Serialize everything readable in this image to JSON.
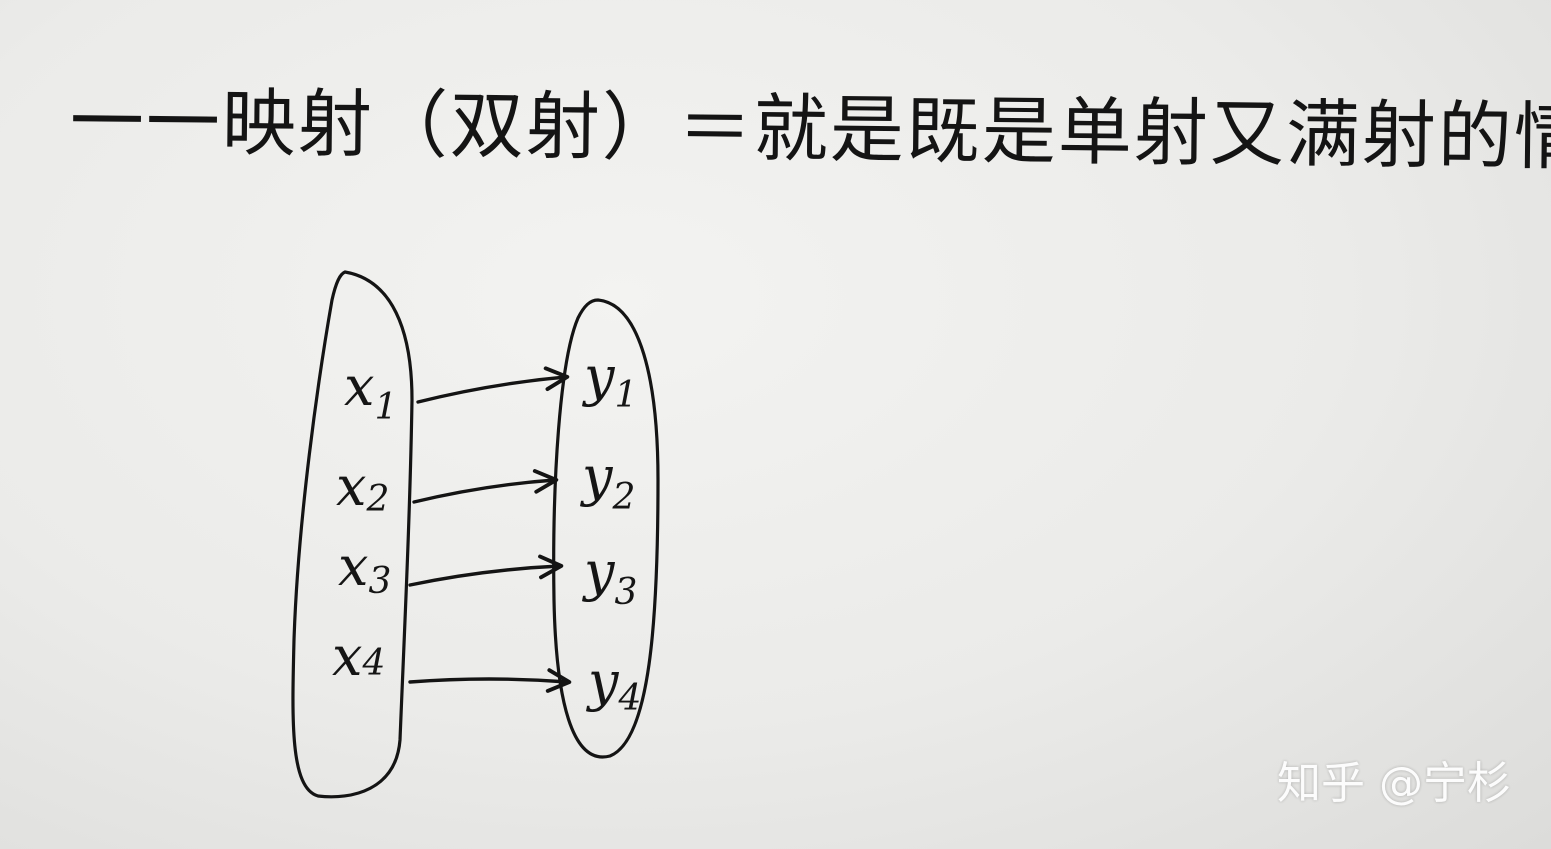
{
  "heading": "一一映射（双射）＝就是既是单射又满射的情况.",
  "domain_set": {
    "elements": [
      {
        "name": "x",
        "sub": "1"
      },
      {
        "name": "x",
        "sub": "2"
      },
      {
        "name": "x",
        "sub": "3"
      },
      {
        "name": "x",
        "sub": "4"
      }
    ]
  },
  "codomain_set": {
    "elements": [
      {
        "name": "y",
        "sub": "1"
      },
      {
        "name": "y",
        "sub": "2"
      },
      {
        "name": "y",
        "sub": "3"
      },
      {
        "name": "y",
        "sub": "4"
      }
    ]
  },
  "mapping": [
    [
      0,
      0
    ],
    [
      1,
      1
    ],
    [
      2,
      2
    ],
    [
      3,
      3
    ]
  ],
  "colors": {
    "ink": "#141414",
    "paper": "#efefed",
    "watermark": "#ffffff"
  },
  "watermark": "知乎 @宁杉"
}
